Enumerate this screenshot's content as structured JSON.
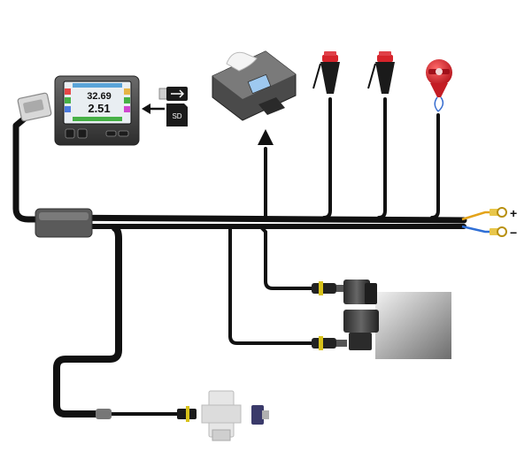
{
  "display": {
    "upper_value": "32.69",
    "main_value": "2.51"
  },
  "media": {
    "sd_label": "SD"
  },
  "power_terminals": {
    "positive_label": "+",
    "negative_label": "−"
  },
  "colors": {
    "cable": "#111111",
    "positive_wire": "#e3a31a",
    "negative_wire": "#2f6fd6",
    "connector_band": "#d8c21a",
    "red_cap": "#d6242b",
    "background": "#ffffff"
  },
  "icons": [
    "usb-icon",
    "sd-card-icon",
    "arrow-left-icon",
    "arrow-up-icon"
  ]
}
